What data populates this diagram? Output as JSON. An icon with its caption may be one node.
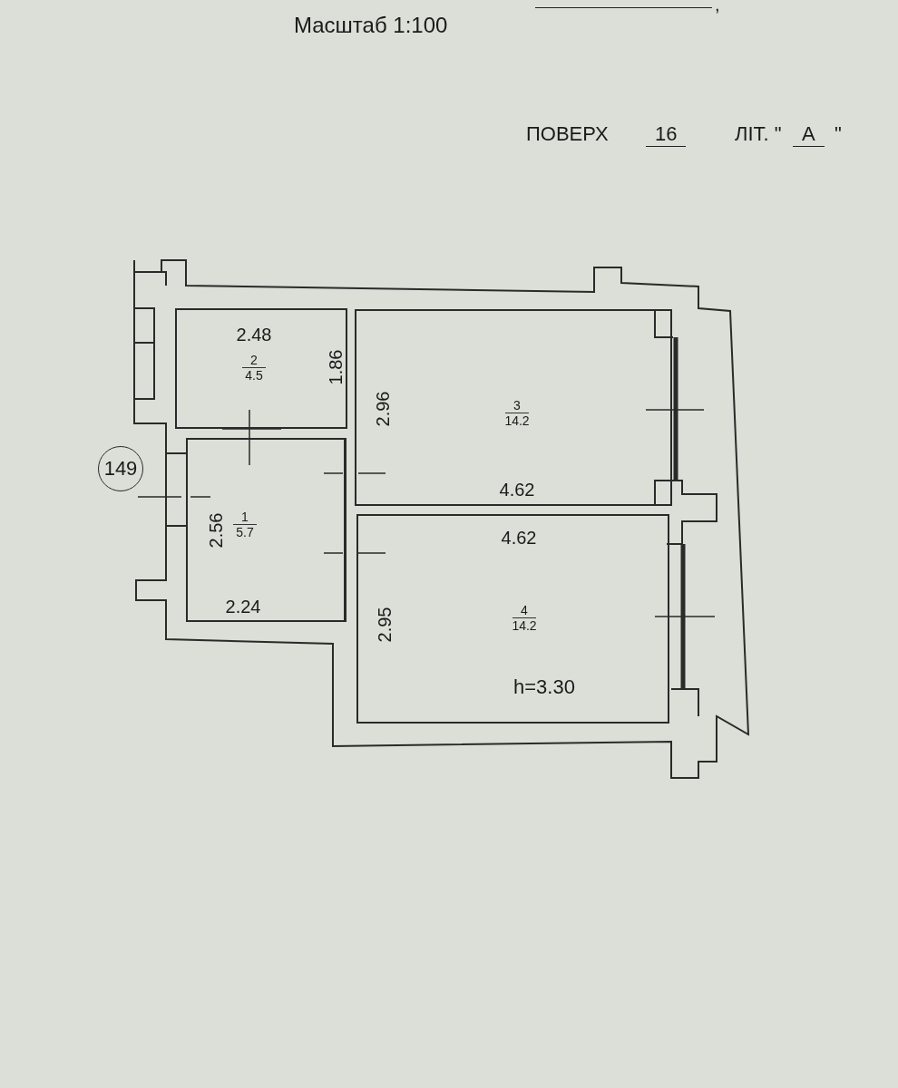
{
  "diagram": {
    "nodes": [
      {
        "text": [
          "2.48",
          "2",
          "4.5",
          "1.86"
        ]
      },
      {
        "text": [
          "2.96",
          "3",
          "14.2",
          "4.62"
        ]
      },
      {
        "text": [
          "149"
        ]
      },
      {
        "text": [
          "2.56",
          "1",
          "5.7",
          "2.24"
        ]
      },
      {
        "text": [
          "4.62",
          "2.95",
          "4",
          "14.2"
        ]
      }
    ],
    "edges": [],
    "labels": [
      ",",
      "Масштаб 1:100",
      "ПОВЕРХ",
      "16",
      "ЛІТ. \"",
      "А",
      "\"",
      "h=3.30"
    ]
  }
}
